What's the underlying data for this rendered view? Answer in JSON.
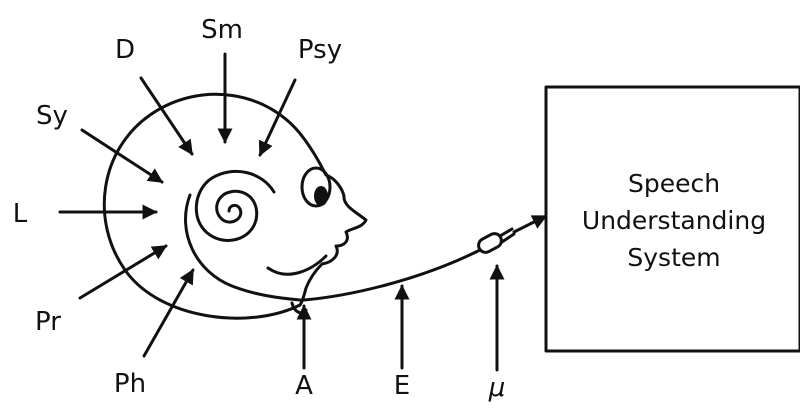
{
  "knowledge_sources": {
    "sm": "Sm",
    "psy": "Psy",
    "d": "D",
    "sy": "Sy",
    "l": "L",
    "pr": "Pr",
    "ph": "Ph"
  },
  "signal_labels": {
    "a": "A",
    "e": "E",
    "mu": "μ"
  },
  "system_box": {
    "line1": "Speech",
    "line2": "Understanding",
    "line3": "System"
  },
  "colors": {
    "ink": "#111111",
    "background": "#ffffff"
  }
}
